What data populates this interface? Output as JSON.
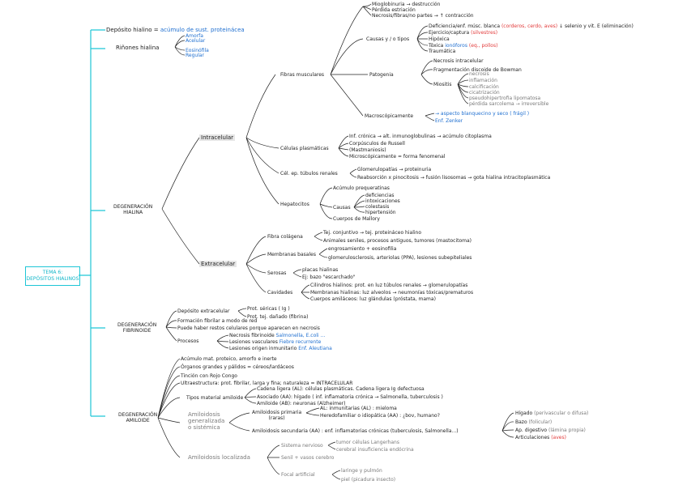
{
  "colors": {
    "cyan": "#1ec6d6",
    "blue": "#1f6fd0",
    "red": "#e23a3a",
    "line": "#222222"
  },
  "root": {
    "line1": "TEMA 6:",
    "line2": "DEPÓSITOS HIALINOS"
  },
  "n1": {
    "a": "Depósito hialino =",
    "b": "acúmulo de sust. proteinácea"
  },
  "n2": {
    "title": "Riñones hialina",
    "i1": "Amorfa",
    "i2": "Acelular",
    "i3": "Eosinófila",
    "i4": "Regular"
  },
  "dh": {
    "title1": "DEGENERACIÓN",
    "title2": "HIALINA",
    "intra": "Intracelular",
    "fm": "Fibras musculares",
    "c1": "Mioglobinuria → destrucción",
    "c2": "Pérdida estriación",
    "c3": "Necrosis/fibras/no partes → ↑ contracción",
    "causas": "Causas y / o tipos",
    "ca1": "Deficiencia/enf. músc. blanca",
    "ca1r": "(corderos, cerdo, aves)",
    "ca1b": "↓ selenio y vit. E (eliminación)",
    "ca2": "Ejercicio/captura",
    "ca2r": "(silvestres)",
    "ca3": "Hipóxica",
    "ca4a": "Tóxica",
    "ca4b": "ionóforos",
    "ca4r": "(eq., pollos)",
    "ca5": "Traumática",
    "pat": "Patogenia",
    "p1": "Necrosis intracelular",
    "p2": "Fragmentación discoide de Bowman",
    "mio": "Miositis",
    "m1": "necrosis",
    "m2": "inflamación",
    "m3": "calcificación",
    "m4": "cicatrización",
    "m5": "pseudohipertrofia lipomatosa",
    "m6": "pérdida sarcolema → irreversible",
    "macro": "Macroscópicamente",
    "mac1": "→ aspecto blanquecino y seco ( frágil )",
    "mac2": "Enf. Zenker",
    "cp": "Células plasmáticas",
    "cp1": "Inf. crónica → alt. inmunoglobulinas → acúmulo citoplasma",
    "cp2": "Corpúsculos de Russell",
    "cp3": "(Mastmaniosis)",
    "cp4": "Microscópicamente = forma fenomenal",
    "te": "Cél. ep. túbulos renales",
    "te1": "Glomerulopatías → proteinuria",
    "te2": "Reabsorción x pinocitosis → fusión lisosomas → gota hialina intracitoplasmática",
    "hep": "Hepatocitos",
    "h1": "Acúmulo prequeratinas",
    "h2": "Causas",
    "h3": "deficiencias",
    "h4": "intoxicaciones",
    "h5": "colestasis",
    "h6": "hipertensión",
    "h7": "Cuerpos de Mallory",
    "extra": "Extracelular",
    "fc": "Fibra colágena",
    "fc1": "Tej. conjuntivo → tej. proteináceo hialino",
    "fc2": "Animales seniles, procesos antiguos, tumores (mastocitoma)",
    "mb": "Membranas basales",
    "mb1": "engrosamiento + eosinofilia",
    "mb2": "glomerulosclerosis, arteriolas (PPA), lesiones subepiteliales",
    "ser": "Serosas",
    "ser1": "placas hialinas",
    "ser2": "Ej: bazo \"escarchado\"",
    "cav": "Cavidades",
    "cav1": "Cilindros hialinos: prot. en luz túbulos renales → glomerulopatías",
    "cav2": "Membranas hialinas: luz alveolos → neumonías tóxicas/prematuros",
    "cav3": "Cuerpos amiláceos: luz glándulas (próstata, mama)"
  },
  "df": {
    "title1": "DEGENERACIÓN",
    "title2": "FIBRINOIDE",
    "a": "Depósito extracelular",
    "a1": "Prot. séricas ( Ig )",
    "a2": "Prot. tej. dañado (fibrina)",
    "b": "Formación fibrilar a modo de red",
    "c": "Puede haber restos celulares porque aparecen en necrosis",
    "proc": "Procesos",
    "p1": "Necrosis fibrinoide",
    "p1b": "Salmonella, E.coli ...",
    "p2": "Lesiones vasculares",
    "p2b": "Fiebre recurrente",
    "p3": "Lesiones origen inmunitario",
    "p3b": "Enf. Aleutiana"
  },
  "da": {
    "title1": "DEGENERACIÓN",
    "title2": "AMILOIDE",
    "a1": "Acúmulo mat. proteico, amorfo e inerte",
    "a2": "Órganos grandes y pálidos = céreos/lardáceos",
    "a3": "Tinción con Rojo Congo",
    "a4": "Ultraestructura: prot. fibrilar, larga y fina; naturaleza = INTRACELULAR",
    "tipos": "Tipos material amiloide",
    "t1": "Cadena ligera (AL): células plasmáticas. Cadena ligera Ig defectuosa",
    "t2": "Asociado (AA): hígado ( inf. inflamatoria crónica → Salmonella, tuberculosis )",
    "t3": "Amiloide (AB): neuronas (Alzheimer)",
    "gen1": "Amiloidosis",
    "gen2": "generalizada",
    "gen3": "o sistémica",
    "prim": "Amiloidosis primaria",
    "primb": "(raras)",
    "pr1": "AL: inmunitarias (AL) : mieloma",
    "pr2": "Heredofamiliar o idiopática (AA) : ¿bov, humano?",
    "sec": "Amiloidosis secundaria (AA) : enf. inflamatorias crónicas (tuberculosis, Salmonella...)",
    "o1": "Hígado",
    "o1b": "(perivascular o difusa)",
    "o2": "Bazo",
    "o2b": "(folicular)",
    "o3": "Ap. digestivo",
    "o3b": "(lámina propia)",
    "o4": "Articulaciones",
    "o4r": "(aves)",
    "loc": "Amiloidosis localizada",
    "sn": "Sistema nervioso",
    "sn1": "tumor células Langerhans",
    "sn2": "cerebral insuficiencia endócrina",
    "sen": "Senil + vasos cerebro",
    "foc": "Focal artificial",
    "f1": "laringe y pulmón",
    "f2": "piel (picadura insecto)"
  }
}
